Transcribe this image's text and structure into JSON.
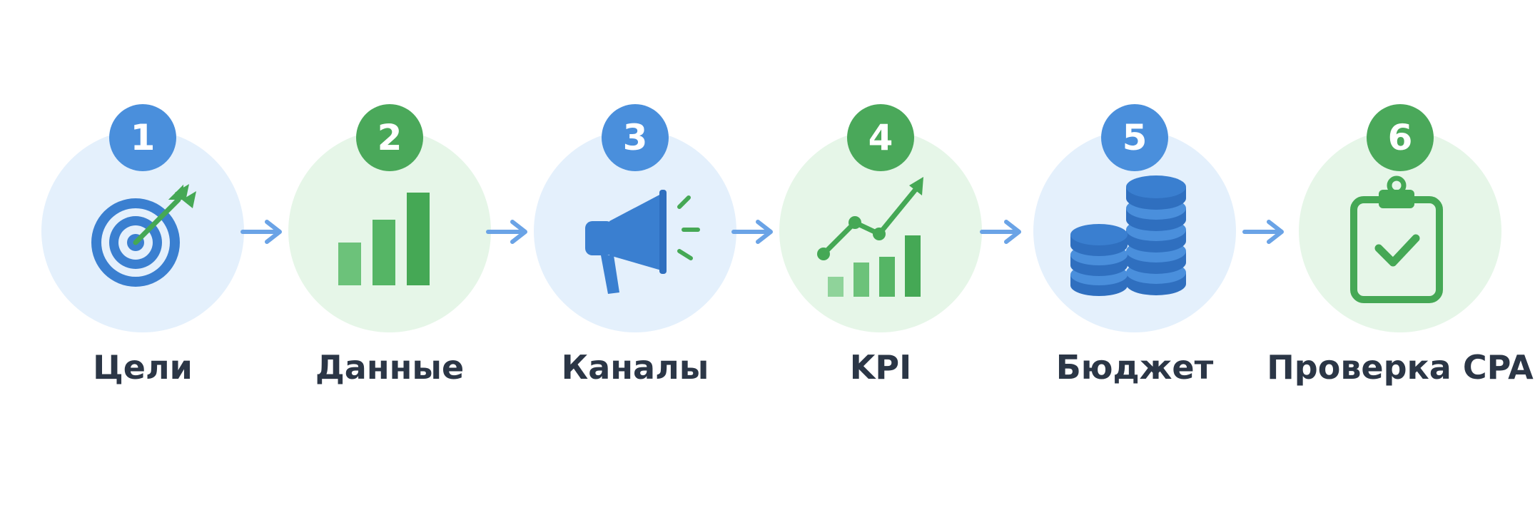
{
  "colors": {
    "blue": "#3a7fd0",
    "blue_light": "#e4f0fc",
    "green": "#45a855",
    "green_light": "#e6f6e8",
    "arrow": "#6aa3e6",
    "label": "#2b3646"
  },
  "steps": [
    {
      "number": "1",
      "label": "Цели",
      "icon": "target-icon",
      "theme": "blue"
    },
    {
      "number": "2",
      "label": "Данные",
      "icon": "bar-chart-icon",
      "theme": "green"
    },
    {
      "number": "3",
      "label": "Каналы",
      "icon": "megaphone-icon",
      "theme": "blue"
    },
    {
      "number": "4",
      "label": "KPI",
      "icon": "growth-chart-icon",
      "theme": "green"
    },
    {
      "number": "5",
      "label": "Бюджет",
      "icon": "coins-icon",
      "theme": "blue"
    },
    {
      "number": "6",
      "label": "Проверка CPA",
      "icon": "clipboard-check-icon",
      "theme": "green"
    }
  ],
  "arrows": 5
}
